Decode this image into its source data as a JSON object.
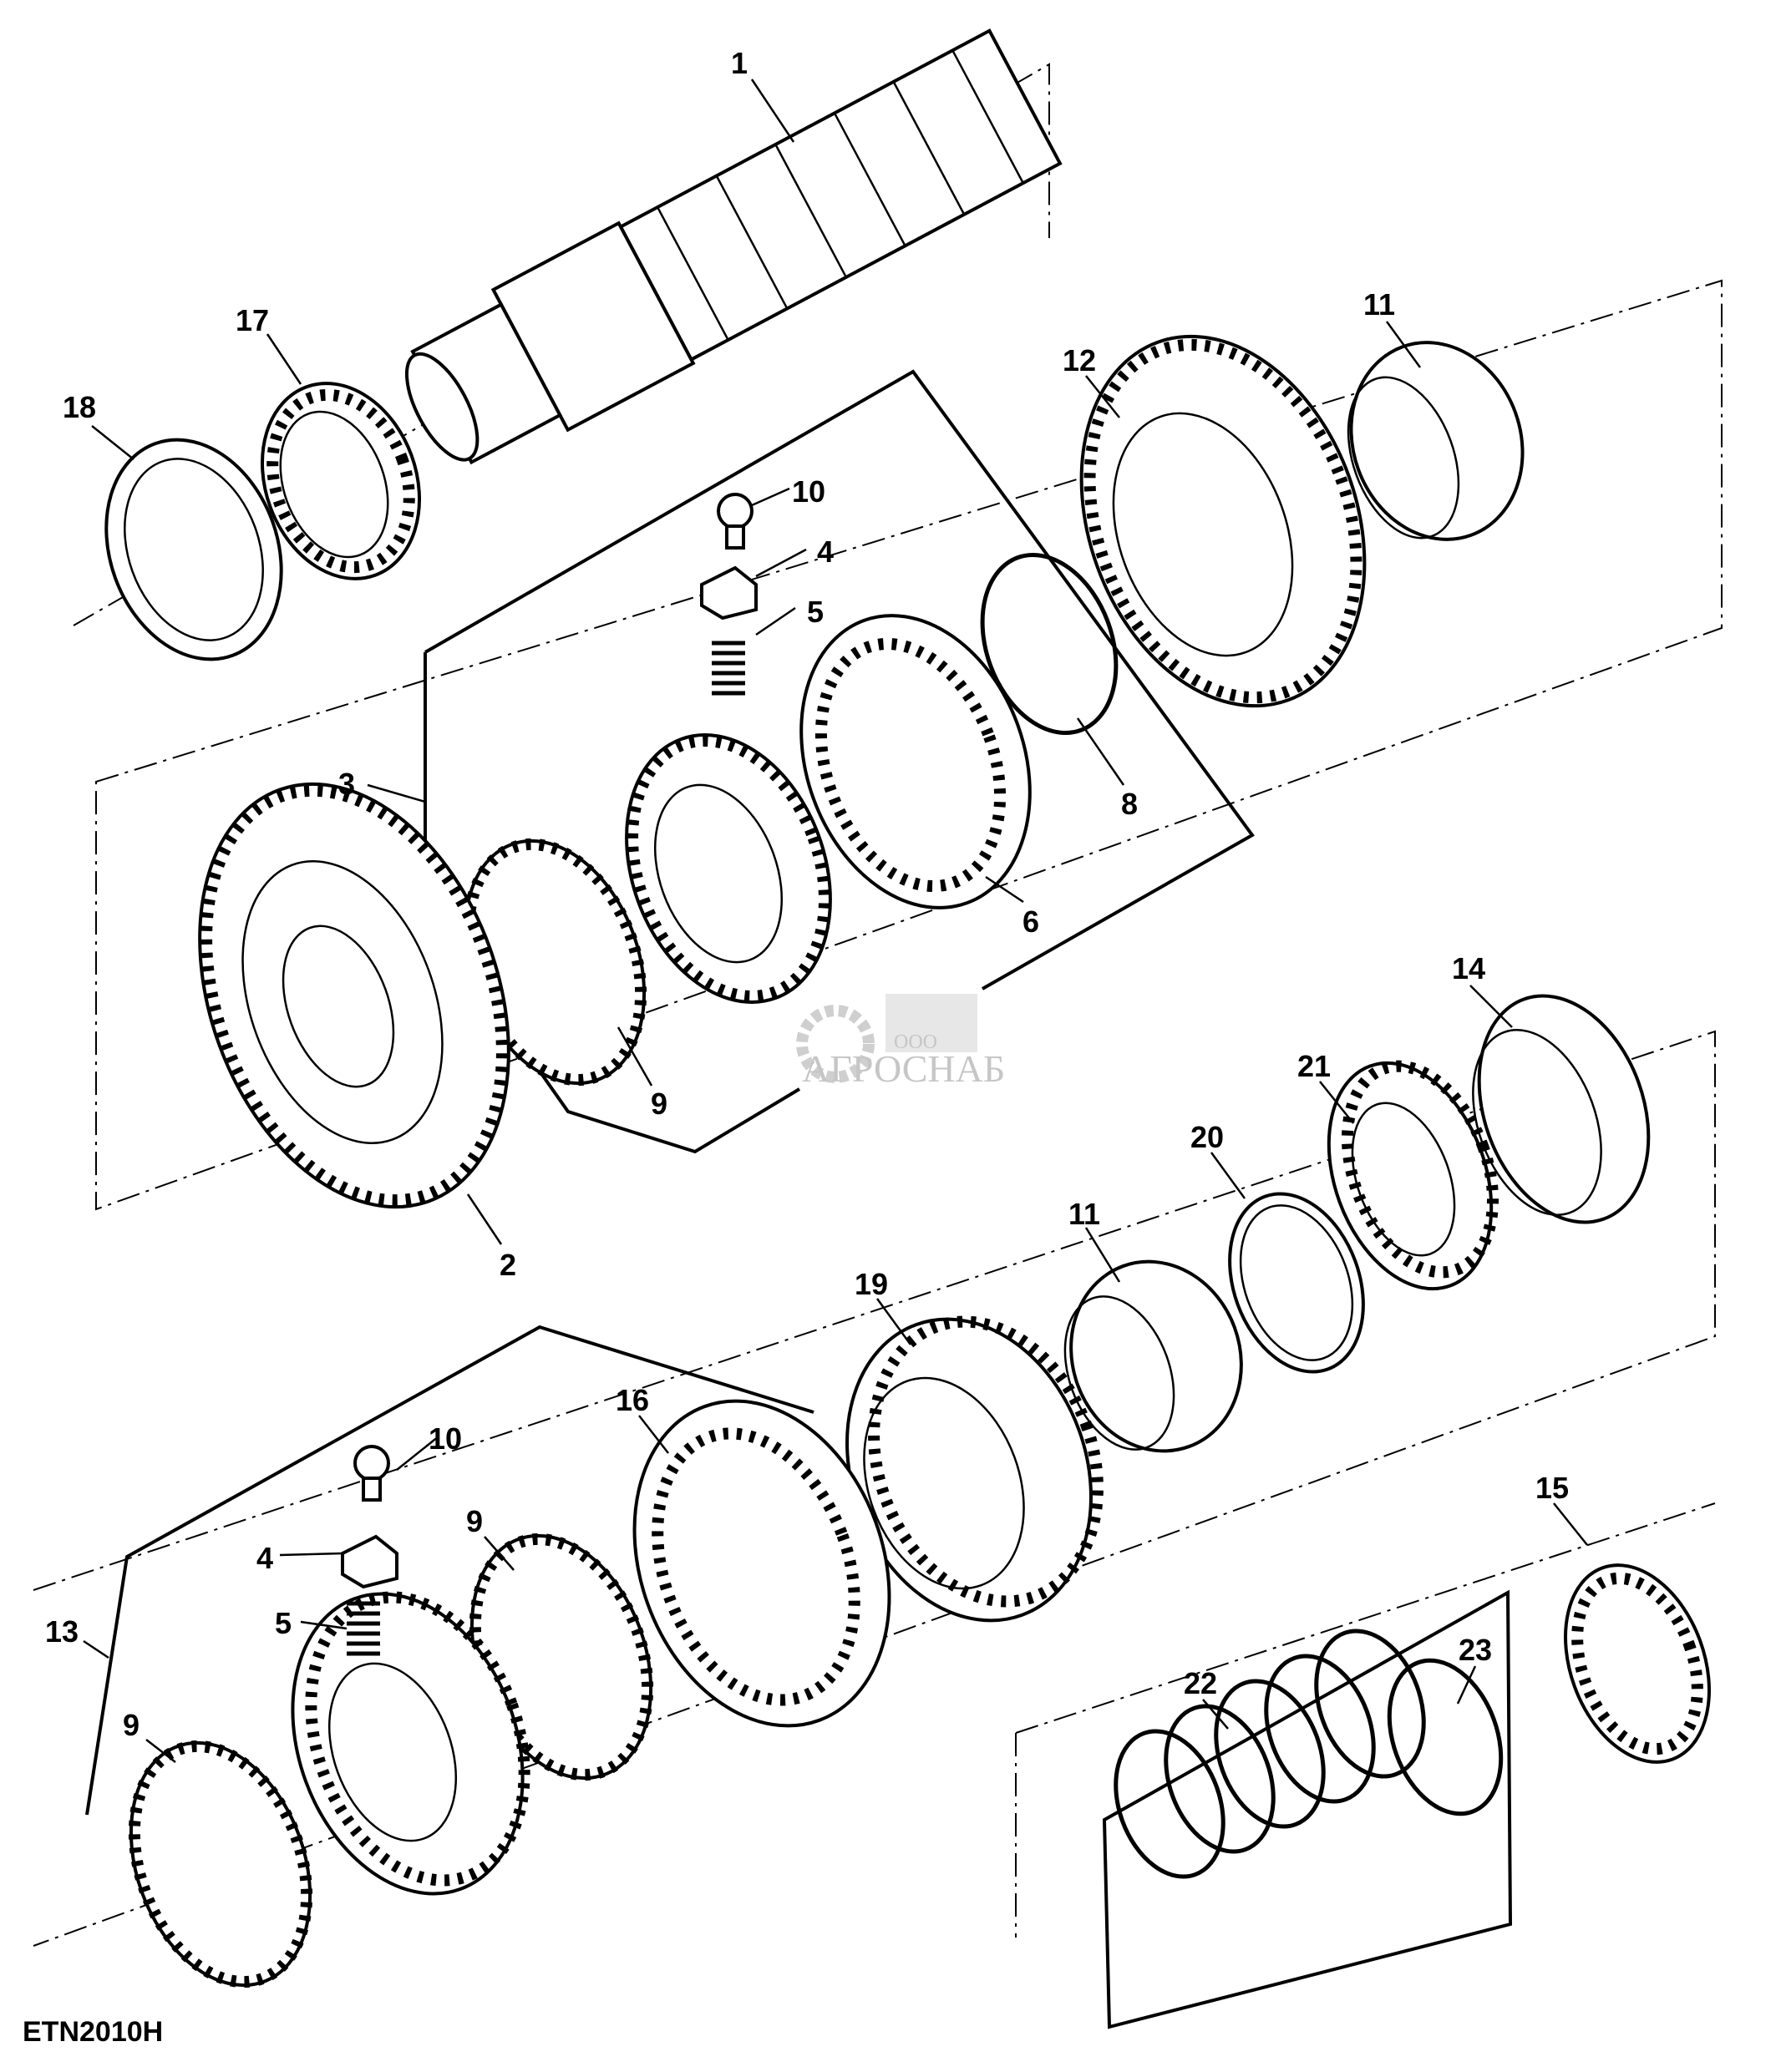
{
  "diagram": {
    "figure_code": "ETN2010H",
    "watermark": {
      "prefix": "ООО",
      "name": "АГРОСНАБ"
    },
    "callouts": [
      "1",
      "17",
      "18",
      "10",
      "4",
      "5",
      "12",
      "11",
      "3",
      "8",
      "6",
      "9",
      "2",
      "14",
      "21",
      "20",
      "11",
      "19",
      "16",
      "10",
      "9",
      "4",
      "5",
      "13",
      "9",
      "15",
      "22",
      "23"
    ]
  }
}
